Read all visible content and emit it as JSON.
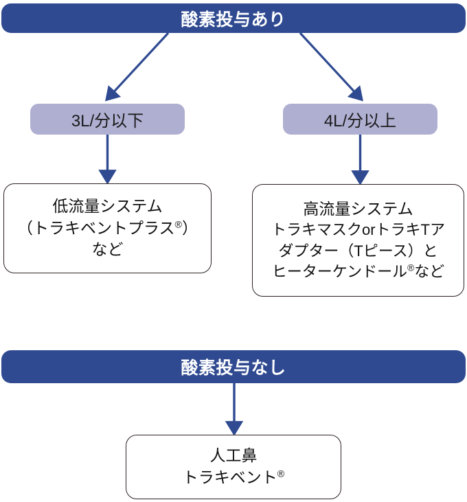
{
  "diagram": {
    "title_visible": false,
    "colors": {
      "header_blue": "#2F4A91",
      "pill_lavender": "#AFAFD2",
      "arrow_blue": "#2F4A91",
      "box_border": "#2b2020",
      "box_fill": "#FFFFFF",
      "header_text": "#FFFFFF",
      "body_text": "#111111"
    },
    "sections": [
      {
        "id": "oxygen-yes",
        "header": "酸素投与あり",
        "branches": [
          {
            "id": "low-flow",
            "condition": "3L/分以下",
            "outcome_lines": [
              "低流量システム",
              "（トラキベントプラス",
              "など"
            ],
            "outcome_line1": "低流量システム",
            "outcome_line2_before": "（トラキベントプラス",
            "outcome_line2_after": "）",
            "outcome_line3": "など"
          },
          {
            "id": "high-flow",
            "condition": "4L/分以上",
            "outcome_line1": "高流量システム",
            "outcome_line2": "トラキマスクorトラキTア",
            "outcome_line3": "ダプター（Tピース）と",
            "outcome_line4_before": "ヒーターケンドール",
            "outcome_line4_after": "など"
          }
        ]
      },
      {
        "id": "oxygen-no",
        "header": "酸素投与なし",
        "outcome_line1": "人工鼻",
        "outcome_line2_before": "トラキベント",
        "outcome_line2_after": ""
      }
    ],
    "registered_mark": "®",
    "arrows": [
      {
        "name": "arrow-yes-to-low-flow",
        "from": "酸素投与あり",
        "to": "3L/分以下",
        "style": "diagonal-down-left"
      },
      {
        "name": "arrow-yes-to-high-flow",
        "from": "酸素投与あり",
        "to": "4L/分以上",
        "style": "diagonal-down-right"
      },
      {
        "name": "arrow-low-flow-to-box",
        "from": "3L/分以下",
        "to": "低流量システム",
        "style": "vertical-down"
      },
      {
        "name": "arrow-high-flow-to-box",
        "from": "4L/分以上",
        "to": "高流量システム",
        "style": "vertical-down"
      },
      {
        "name": "arrow-no-to-hme",
        "from": "酸素投与なし",
        "to": "人工鼻",
        "style": "vertical-down"
      }
    ]
  }
}
